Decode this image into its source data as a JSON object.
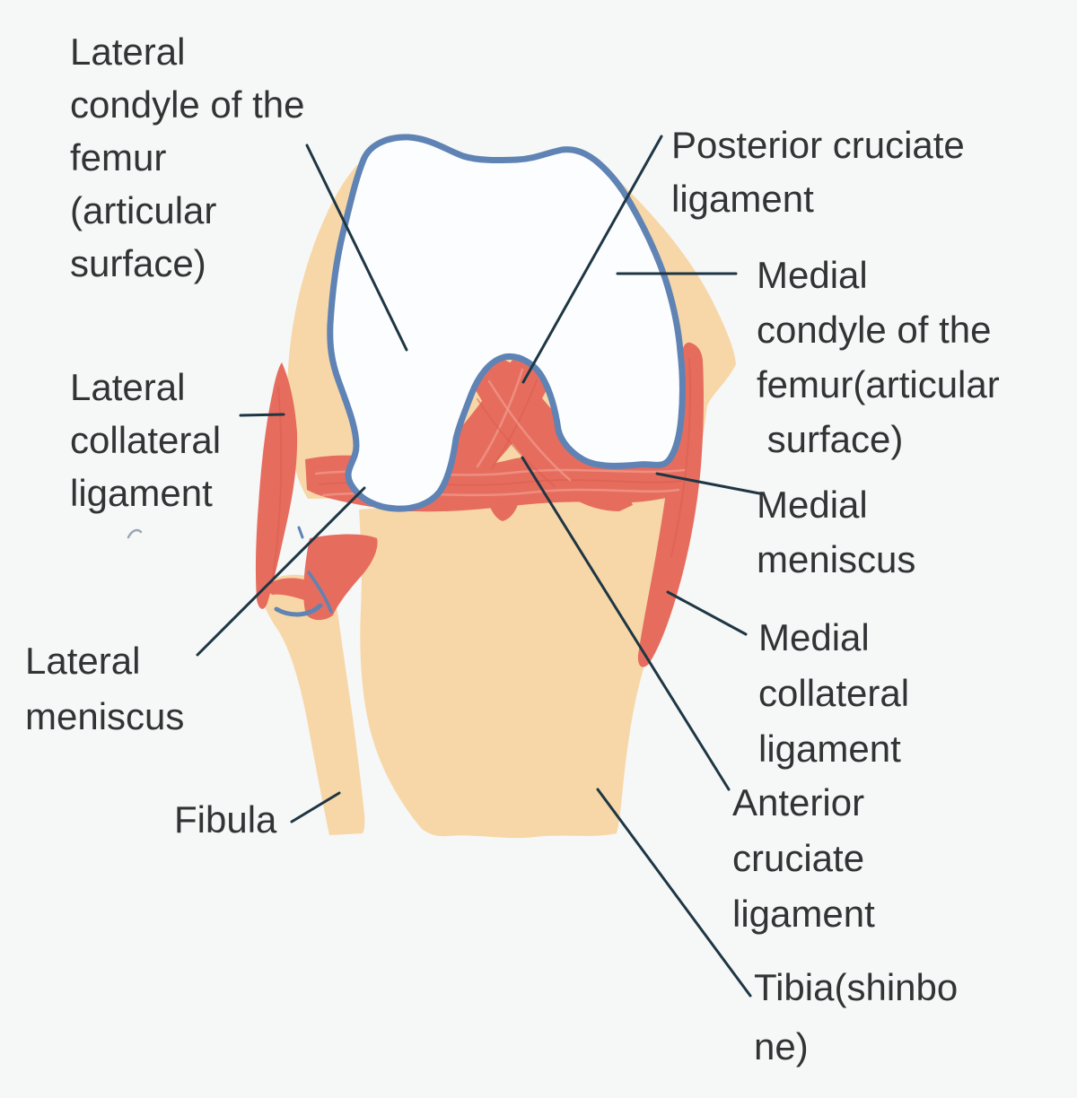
{
  "colors": {
    "background": "#f6f7f7",
    "bone": "#f7d7a7",
    "ligament": "#e66d5e",
    "ligament_hatch": "#f09a8c",
    "ligament_hatch_dark": "#d85d50",
    "outline": "#5e83b4",
    "cartilage": "#fcfdfe",
    "leader": "#1e3644",
    "text": "#313335",
    "stray_mark": "#9aa6b4"
  },
  "labels": {
    "lateral_condyle": {
      "text": "Lateral\ncondyle of the\nfemur\n(articular\nsurface)"
    },
    "lateral_collateral": {
      "text": "Lateral\ncollateral\nligament"
    },
    "lateral_meniscus": {
      "text": "Lateral\nmeniscus"
    },
    "fibula": {
      "text": "Fibula"
    },
    "posterior_cruciate": {
      "text": "Posterior cruciate\nligament"
    },
    "medial_condyle": {
      "text": "Medial\ncondyle of the\nfemur(articular\n surface)"
    },
    "medial_meniscus": {
      "text": "Medial\nmeniscus"
    },
    "medial_collateral": {
      "text": "Medial\ncollateral\nligament"
    },
    "anterior_cruciate": {
      "text": "Anterior\ncruciate\nligament"
    },
    "tibia": {
      "text": "Tibia(shinbo\nne)"
    }
  }
}
